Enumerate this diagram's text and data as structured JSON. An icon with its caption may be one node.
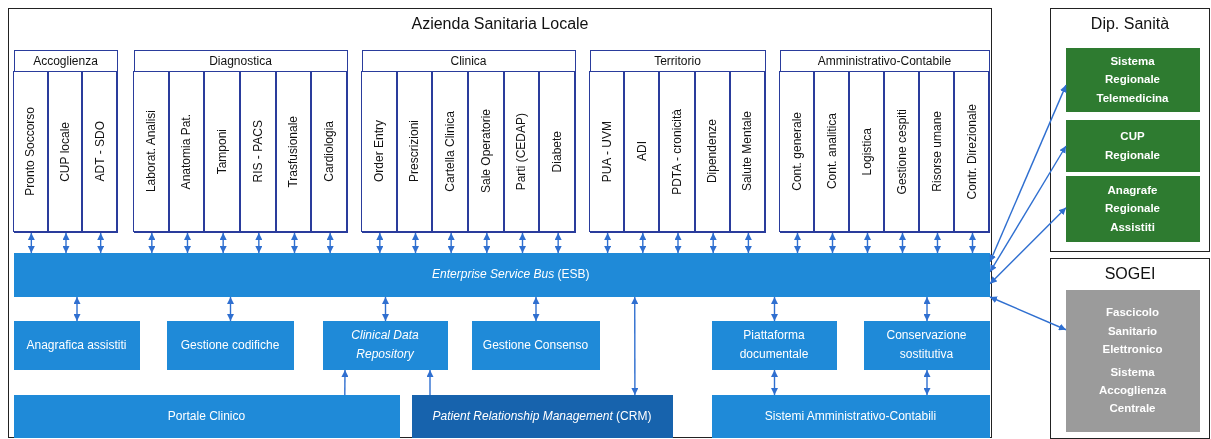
{
  "diagram": {
    "nodes": [
      {
        "text": [
          "Azienda Sanitaria Locale"
        ]
      },
      {
        "text": [
          "Accoglienza"
        ],
        "in": 0
      },
      {
        "text": [
          "Pronto Soccorso"
        ],
        "in": 1
      },
      {
        "text": [
          "CUP locale"
        ],
        "in": 1
      },
      {
        "text": [
          "ADT - SDO"
        ],
        "in": 1
      },
      {
        "text": [
          "Diagnostica"
        ],
        "in": 0
      },
      {
        "text": [
          "Laborat. Analisi"
        ],
        "in": 5
      },
      {
        "text": [
          "Anatomia Pat."
        ],
        "in": 5
      },
      {
        "text": [
          "Tamponi"
        ],
        "in": 5
      },
      {
        "text": [
          "RIS - PACS"
        ],
        "in": 5
      },
      {
        "text": [
          "Trasfusionale"
        ],
        "in": 5
      },
      {
        "text": [
          "Cardiologia"
        ],
        "in": 5
      },
      {
        "text": [
          "Clinica"
        ],
        "in": 0
      },
      {
        "text": [
          "Order Entry"
        ],
        "in": 12
      },
      {
        "text": [
          "Prescrizioni"
        ],
        "in": 12
      },
      {
        "text": [
          "Cartella Clinica"
        ],
        "in": 12
      },
      {
        "text": [
          "Sale Operatorie"
        ],
        "in": 12
      },
      {
        "text": [
          "Parti (CEDAP)"
        ],
        "in": 12
      },
      {
        "text": [
          "Diabete"
        ],
        "in": 12
      },
      {
        "text": [
          "Territorio"
        ],
        "in": 0
      },
      {
        "text": [
          "PUA - UVM"
        ],
        "in": 19
      },
      {
        "text": [
          "ADI"
        ],
        "in": 19
      },
      {
        "text": [
          "PDTA - cronicità"
        ],
        "in": 19
      },
      {
        "text": [
          "Dipendenze"
        ],
        "in": 19
      },
      {
        "text": [
          "Salute Mentale"
        ],
        "in": 19
      },
      {
        "text": [
          "Amministrativo-Contabile"
        ],
        "in": 0
      },
      {
        "text": [
          "Cont. generale"
        ],
        "in": 25
      },
      {
        "text": [
          "Cont. analitica"
        ],
        "in": 25
      },
      {
        "text": [
          "Logistica"
        ],
        "in": 25
      },
      {
        "text": [
          "Gestione cespiti"
        ],
        "in": 25
      },
      {
        "text": [
          "Risorse umane"
        ],
        "in": 25
      },
      {
        "text": [
          "Contr. Direzionale"
        ],
        "in": 25
      },
      {
        "text": [
          "*Enterprise Service Bus* (ESB)"
        ],
        "in": 0
      },
      {
        "text": [
          "Anagrafica assistiti"
        ],
        "in": 0
      },
      {
        "text": [
          "Gestione codifiche"
        ],
        "in": 0
      },
      {
        "text": [
          "Clinical Data Repository"
        ],
        "in": 0
      },
      {
        "text": [
          "Gestione Consenso"
        ],
        "in": 0
      },
      {
        "text": [
          "Piattaforma documentale"
        ],
        "in": 0
      },
      {
        "text": [
          "Conservazione sostitutiva"
        ],
        "in": 0
      },
      {
        "text": [
          "Portale Clinico"
        ],
        "in": 0
      },
      {
        "text": [
          "*Patient Relationship Management* (CRM)"
        ],
        "in": 0
      },
      {
        "text": [
          "Sistemi Amministrativo-Contabili"
        ],
        "in": 0
      },
      {
        "text": [
          "Dip. Sanità"
        ]
      },
      {
        "text": [
          "Sistema Regionale Telemedicina"
        ],
        "in": 42
      },
      {
        "text": [
          "CUP Regionale"
        ],
        "in": 42
      },
      {
        "text": [
          "Anagrafe Regionale Assistiti"
        ],
        "in": 42
      },
      {
        "text": [
          "SOGEI"
        ]
      },
      {
        "text": [
          "Fascicolo Sanitario Elettronico",
          "Sistema Accoglienza Centrale"
        ],
        "in": 46
      }
    ],
    "edges": [
      {
        "from": 2,
        "to": 32,
        "arrow": "both"
      },
      {
        "from": 3,
        "to": 32,
        "arrow": "both"
      },
      {
        "from": 4,
        "to": 32,
        "arrow": "both"
      },
      {
        "from": 6,
        "to": 32,
        "arrow": "both"
      },
      {
        "from": 7,
        "to": 32,
        "arrow": "both"
      },
      {
        "from": 8,
        "to": 32,
        "arrow": "both"
      },
      {
        "from": 9,
        "to": 32,
        "arrow": "both"
      },
      {
        "from": 10,
        "to": 32,
        "arrow": "both"
      },
      {
        "from": 11,
        "to": 32,
        "arrow": "both"
      },
      {
        "from": 13,
        "to": 32,
        "arrow": "both"
      },
      {
        "from": 14,
        "to": 32,
        "arrow": "both"
      },
      {
        "from": 15,
        "to": 32,
        "arrow": "both"
      },
      {
        "from": 16,
        "to": 32,
        "arrow": "both"
      },
      {
        "from": 17,
        "to": 32,
        "arrow": "both"
      },
      {
        "from": 18,
        "to": 32,
        "arrow": "both"
      },
      {
        "from": 20,
        "to": 32,
        "arrow": "both"
      },
      {
        "from": 21,
        "to": 32,
        "arrow": "both"
      },
      {
        "from": 22,
        "to": 32,
        "arrow": "both"
      },
      {
        "from": 23,
        "to": 32,
        "arrow": "both"
      },
      {
        "from": 24,
        "to": 32,
        "arrow": "both"
      },
      {
        "from": 26,
        "to": 32,
        "arrow": "both"
      },
      {
        "from": 27,
        "to": 32,
        "arrow": "both"
      },
      {
        "from": 28,
        "to": 32,
        "arrow": "both"
      },
      {
        "from": 29,
        "to": 32,
        "arrow": "both"
      },
      {
        "from": 30,
        "to": 32,
        "arrow": "both"
      },
      {
        "from": 31,
        "to": 32,
        "arrow": "both"
      },
      {
        "from": 32,
        "to": 33,
        "arrow": "both"
      },
      {
        "from": 32,
        "to": 34,
        "arrow": "both"
      },
      {
        "from": 32,
        "to": 35,
        "arrow": "both"
      },
      {
        "from": 32,
        "to": 36,
        "arrow": "both"
      },
      {
        "from": 32,
        "to": 37,
        "arrow": "both"
      },
      {
        "from": 32,
        "to": 38,
        "arrow": "both"
      },
      {
        "from": 39,
        "to": 35,
        "arrow": "to"
      },
      {
        "from": 40,
        "to": 35,
        "arrow": "to"
      },
      {
        "from": 32,
        "to": 40,
        "arrow": "both"
      },
      {
        "from": 37,
        "to": 41,
        "arrow": "both"
      },
      {
        "from": 38,
        "to": 41,
        "arrow": "both"
      },
      {
        "from": 32,
        "to": 43,
        "arrow": "both"
      },
      {
        "from": 32,
        "to": 44,
        "arrow": "both"
      },
      {
        "from": 32,
        "to": 45,
        "arrow": "both"
      },
      {
        "from": 32,
        "to": 47,
        "arrow": "both"
      }
    ]
  }
}
